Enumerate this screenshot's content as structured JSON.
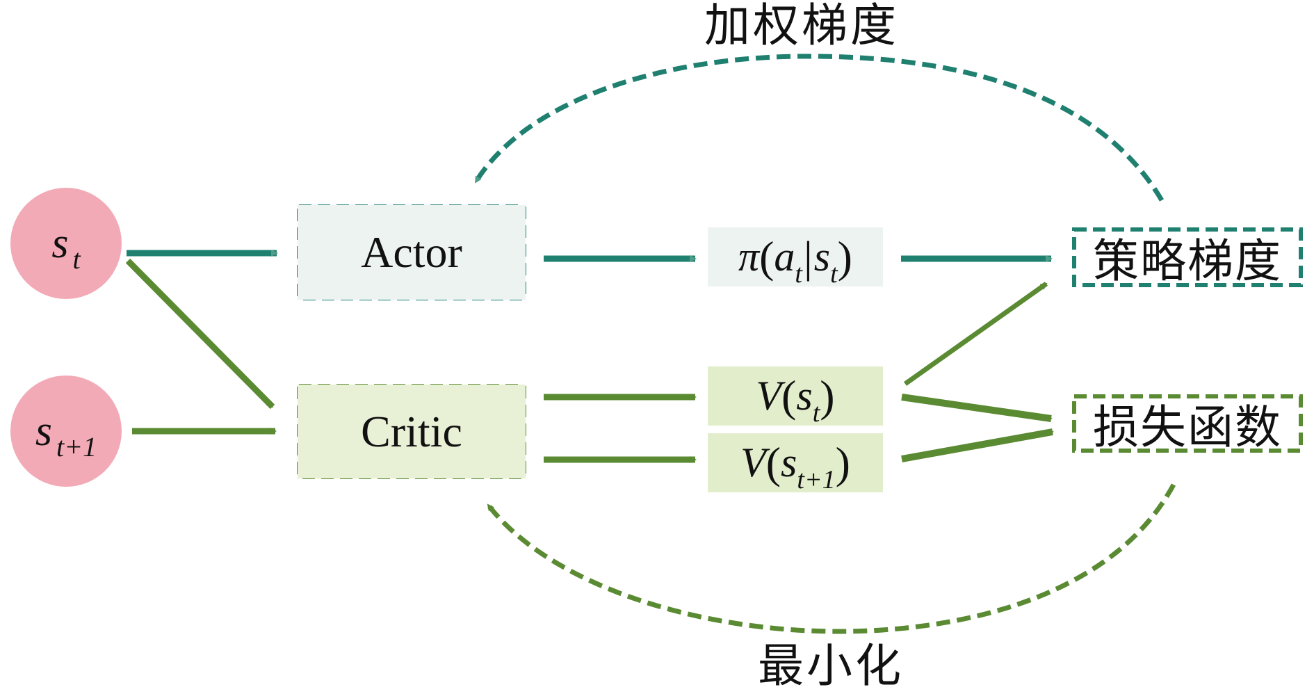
{
  "colors": {
    "actor_line": "#1f8070",
    "actor_head": "#4f9c89",
    "critic_line": "#5a8a32",
    "state_fill": "#f2aab6"
  },
  "states": {
    "st": {
      "symbol": "s",
      "subscript": "t"
    },
    "st1": {
      "symbol": "s",
      "subscript": "t+1"
    }
  },
  "networks": {
    "actor": "Actor",
    "critic": "Critic"
  },
  "outputs": {
    "policy": {
      "fn": "π",
      "open": "(",
      "a": "a",
      "a_sub": "t",
      "bar": "|",
      "s": "s",
      "s_sub": "t",
      "close": ")"
    },
    "value_st": {
      "fn": "V",
      "open": "(",
      "s": "s",
      "s_sub": "t",
      "close": ")"
    },
    "value_st1": {
      "fn": "V",
      "open": "(",
      "s": "s",
      "s_sub": "t+1",
      "close": ")"
    }
  },
  "targets": {
    "policy_gradient": "策略梯度",
    "loss_function": "损失函数"
  },
  "feedback": {
    "weighted_gradient": "加权梯度",
    "minimize": "最小化"
  }
}
